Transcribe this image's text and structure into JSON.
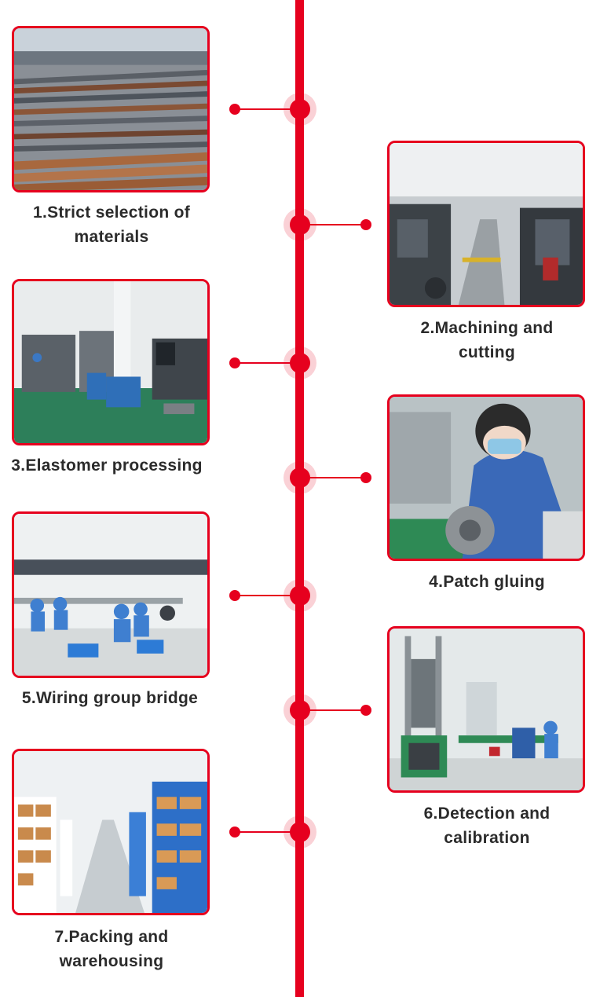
{
  "colors": {
    "accent": "#e6001e",
    "accent_halo": "#f5b7be",
    "caption_text": "#2b2b2b"
  },
  "steps": [
    {
      "caption": "1.Strict selection of materials",
      "image": "steel-bar-stockyard",
      "side": "left"
    },
    {
      "caption": "2.Machining and cutting",
      "image": "machining-workshop",
      "side": "right"
    },
    {
      "caption": "3.Elastomer processing",
      "image": "cnc-machine-hall",
      "side": "left"
    },
    {
      "caption": "4.Patch gluing",
      "image": "worker-gluing-sensor-patch",
      "side": "right"
    },
    {
      "caption": "5.Wiring group bridge",
      "image": "wiring-assembly-line",
      "side": "left"
    },
    {
      "caption": "6.Detection and calibration",
      "image": "calibration-test-rig",
      "side": "right"
    },
    {
      "caption": "7.Packing and warehousing",
      "image": "warehouse-shelving",
      "side": "left"
    }
  ]
}
